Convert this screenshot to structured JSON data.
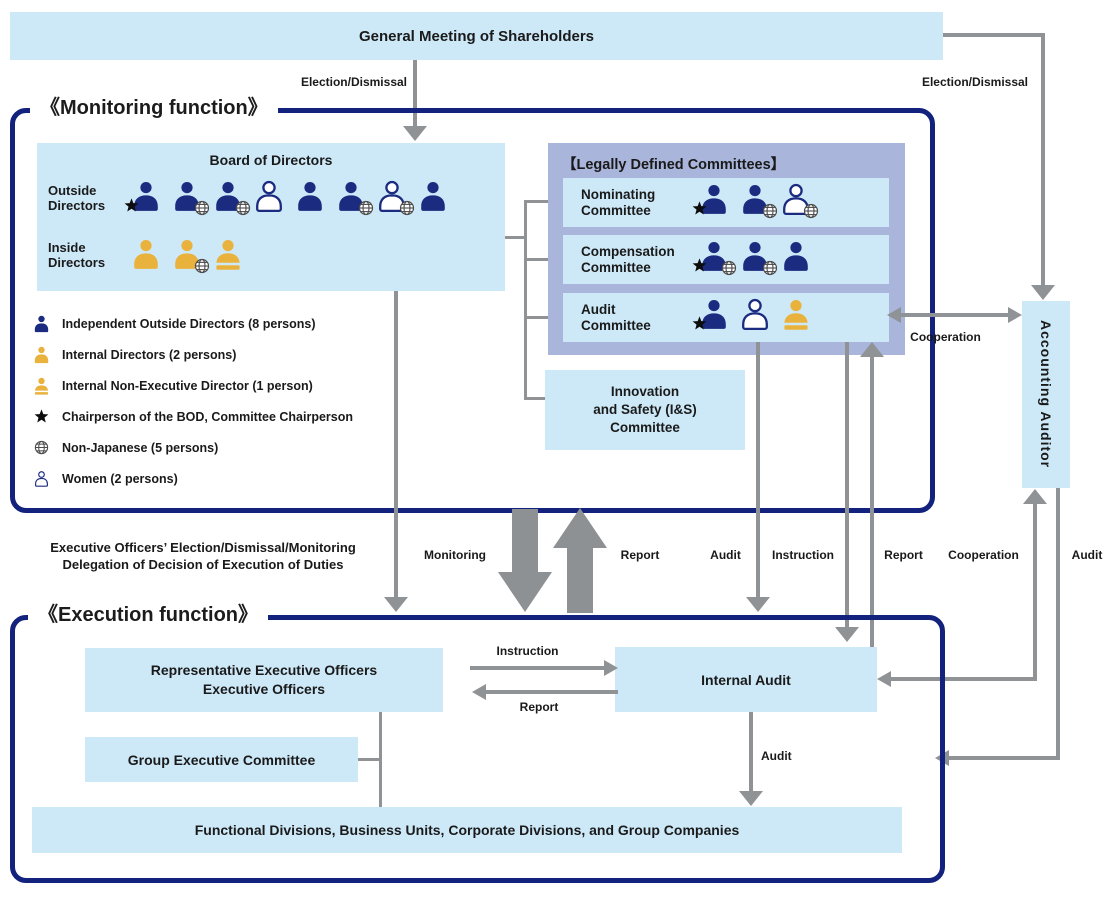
{
  "colors": {
    "light_blue": "#cde9f8",
    "purple": "#a9b5da",
    "navy_border": "#13227c",
    "person_navy": "#1b2b80",
    "person_gold": "#e9b23d",
    "arrow_gray": "#8f9396",
    "star_black": "#0d0d0d",
    "globe_gray": "#4c4c4c"
  },
  "boxes": {
    "shareholders": "General Meeting of Shareholders",
    "monitoring_function": "《Monitoring function》",
    "execution_function": "《Execution function》",
    "board_title": "Board of Directors",
    "outside_label": "Outside\nDirectors",
    "inside_label": "Inside\nDirectors",
    "committees_title": "【Legally Defined Committees】",
    "nominating": "Nominating\nCommittee",
    "compensation": "Compensation\nCommittee",
    "audit": "Audit\nCommittee",
    "is_committee": "Innovation\nand Safety (I&S)\nCommittee",
    "accounting_auditor": "Accounting Auditor",
    "reo": "Representative Executive Officers\nExecutive Officers",
    "group_exec": "Group Executive Committee",
    "internal_audit": "Internal Audit",
    "functional": "Functional Divisions, Business Units, Corporate Divisions, and Group Companies"
  },
  "persons": {
    "board_outside": [
      {
        "color": "navy",
        "style": "solid",
        "badges": [
          "star"
        ]
      },
      {
        "color": "navy",
        "style": "solid",
        "badges": [
          "globe"
        ]
      },
      {
        "color": "navy",
        "style": "solid",
        "badges": [
          "globe"
        ]
      },
      {
        "color": "navy",
        "style": "outline",
        "badges": []
      },
      {
        "color": "navy",
        "style": "solid",
        "badges": []
      },
      {
        "color": "navy",
        "style": "solid",
        "badges": [
          "globe"
        ]
      },
      {
        "color": "navy",
        "style": "outline",
        "badges": [
          "globe"
        ]
      },
      {
        "color": "navy",
        "style": "solid",
        "badges": []
      }
    ],
    "board_inside": [
      {
        "color": "gold",
        "style": "solid",
        "badges": []
      },
      {
        "color": "gold",
        "style": "solid",
        "badges": [
          "globe"
        ]
      },
      {
        "color": "gold",
        "style": "split",
        "badges": []
      }
    ],
    "nominating": [
      {
        "color": "navy",
        "style": "solid",
        "badges": [
          "star"
        ]
      },
      {
        "color": "navy",
        "style": "solid",
        "badges": [
          "globe"
        ]
      },
      {
        "color": "navy",
        "style": "outline",
        "badges": [
          "globe"
        ]
      }
    ],
    "compensation": [
      {
        "color": "navy",
        "style": "solid",
        "badges": [
          "star",
          "globe"
        ]
      },
      {
        "color": "navy",
        "style": "solid",
        "badges": [
          "globe"
        ]
      },
      {
        "color": "navy",
        "style": "solid",
        "badges": []
      }
    ],
    "audit": [
      {
        "color": "navy",
        "style": "solid",
        "badges": [
          "star"
        ]
      },
      {
        "color": "navy",
        "style": "outline",
        "badges": []
      },
      {
        "color": "gold",
        "style": "split",
        "badges": []
      }
    ]
  },
  "legend": [
    {
      "icon": "person-navy",
      "label": "Independent Outside Directors (8 persons)"
    },
    {
      "icon": "person-gold",
      "label": "Internal Directors (2 persons)"
    },
    {
      "icon": "person-gold-split",
      "label": "Internal Non-Executive Director (1 person)"
    },
    {
      "icon": "star",
      "label": "Chairperson of the BOD, Committee Chairperson"
    },
    {
      "icon": "globe",
      "label": "Non-Japanese (5 persons)"
    },
    {
      "icon": "person-outline",
      "label": "Women (2 persons)"
    }
  ],
  "arrow_labels": {
    "election_dismissal_left": "Election/Dismissal",
    "election_dismissal_right": "Election/Dismissal",
    "cooperation_top": "Cooperation",
    "exec_delegation": "Executive Officers’ Election/Dismissal/Monitoring\nDelegation of Decision of Execution of Duties",
    "monitoring": "Monitoring",
    "report_thick": "Report",
    "audit_mid": "Audit",
    "instruction_mid": "Instruction",
    "report_mid": "Report",
    "cooperation_bottom": "Cooperation",
    "audit_right": "Audit",
    "instruction_h": "Instruction",
    "report_h": "Report",
    "audit_internal": "Audit"
  }
}
